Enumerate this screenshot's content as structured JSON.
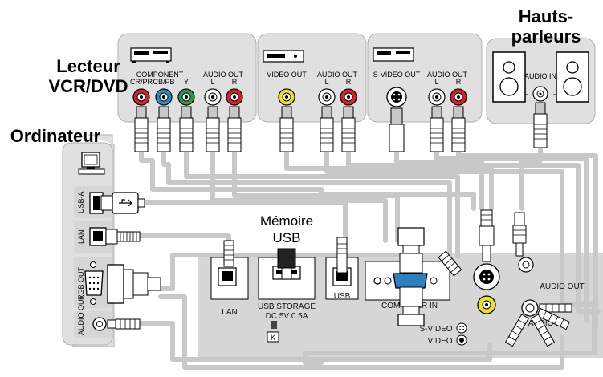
{
  "labels": {
    "vcr_dvd_player": "Lecteur\nVCR/DVD",
    "speakers": "Hauts-\nparleurs",
    "computer": "Ordinateur",
    "usb_memory": "Mémoire\nUSB"
  },
  "source_ports": {
    "component": "COMPONENT",
    "cr_pr": "CR/PR",
    "cb_pb": "CB/PB",
    "y": "Y",
    "audio_out_1": "AUDIO OUT",
    "video_out": "VIDEO OUT",
    "audio_out_2": "AUDIO OUT",
    "s_video_out": "S-VIDEO OUT",
    "audio_out_3": "AUDIO OUT",
    "l": "L",
    "r": "R",
    "audio_in": "AUDIO IN"
  },
  "computer_ports": {
    "usb_a": "USB-A",
    "lan": "LAN",
    "rgb_out": "RGB OUT",
    "audio_out": "AUDIO OUT"
  },
  "projector_ports": {
    "lan": "LAN",
    "usb_storage": "USB STORAGE",
    "usb_storage_rating": "DC 5V 0.5A",
    "usb": "USB",
    "computer_in": "COMPUTER IN",
    "s_video": "S-VIDEO",
    "video": "VIDEO",
    "audio_out": "AUDIO OUT",
    "audio_in": "AUDIO IN"
  },
  "colors": {
    "panel": "#d6d6d6",
    "cable": "#c9c9c9",
    "red": "#d8212b",
    "blue": "#2a8fc8",
    "green": "#2b9a4a",
    "yellow": "#f3e11a",
    "white": "#ffffff",
    "vga_blue": "#2c7fc0"
  }
}
